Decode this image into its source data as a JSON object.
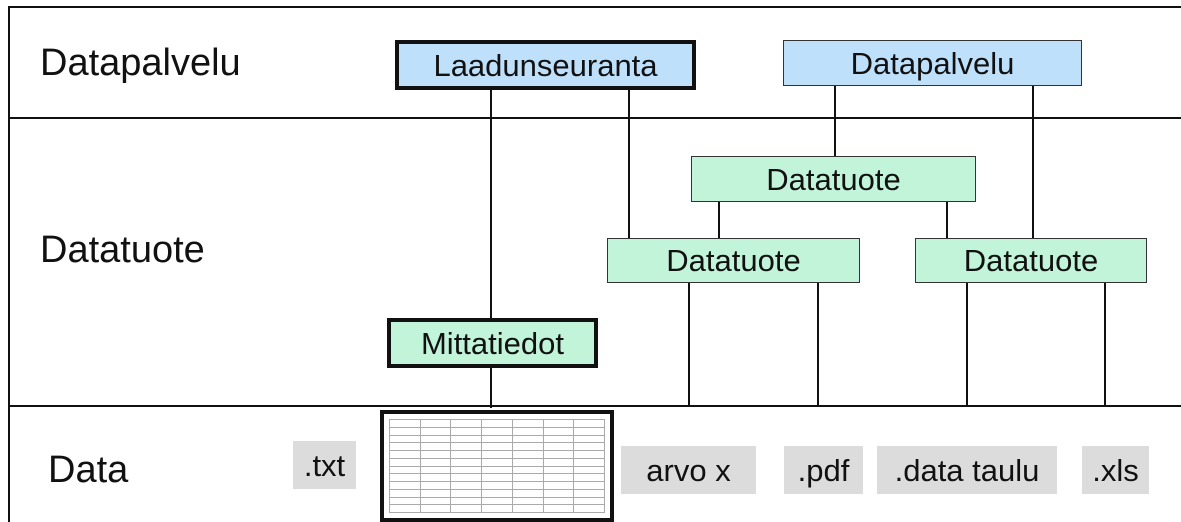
{
  "layers": {
    "service": "Datapalvelu",
    "product": "Datatuote",
    "data": "Data"
  },
  "services": {
    "quality": "Laadunseuranta",
    "data_service": "Datapalvelu"
  },
  "products": {
    "top": "Datatuote",
    "left": "Datatuote",
    "right": "Datatuote",
    "measurements": "Mittatiedot"
  },
  "data_items": {
    "txt": ".txt",
    "value": "arvo x",
    "pdf": ".pdf",
    "data_table": ".data taulu",
    "xls": ".xls"
  },
  "colors": {
    "service_fill": "#bfe0fb",
    "product_fill": "#c2f4da",
    "data_fill": "#dcdcdc"
  }
}
